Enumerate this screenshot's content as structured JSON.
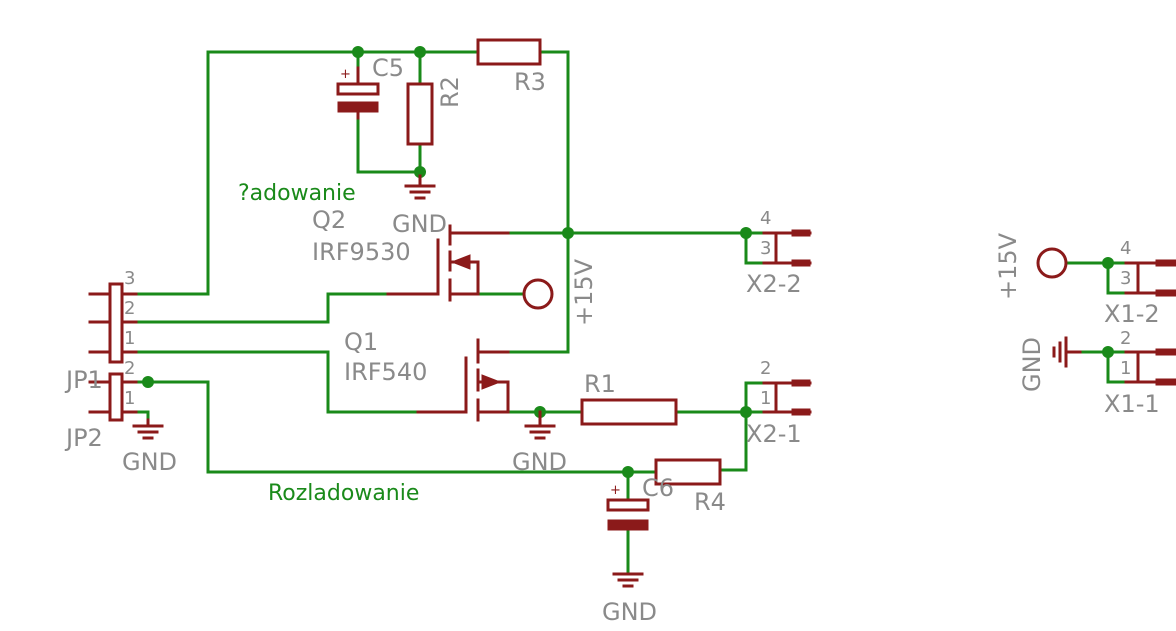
{
  "colors": {
    "wire": "#1a8a1a",
    "part": "#8b1a1a",
    "label": "#8a8a8a"
  },
  "labels": {
    "c5": "C5",
    "r2": "R2",
    "r3": "R3",
    "net_charging": "?adowanie",
    "gnd": "GND",
    "q2": "Q2",
    "q2_type": "IRF9530",
    "plus15v": "+15V",
    "q1": "Q1",
    "q1_type": "IRF540",
    "r1": "R1",
    "r4": "R4",
    "c6": "C6",
    "net_discharging": "Rozladowanie",
    "jp1": "JP1",
    "jp2": "JP2",
    "x2_2": "X2-2",
    "x2_1": "X2-1",
    "x1_2": "X1-2",
    "x1_1": "X1-1"
  },
  "pins": {
    "jp1": [
      "3",
      "2",
      "1"
    ],
    "jp2": [
      "2",
      "1"
    ],
    "x2_2": [
      "4",
      "3"
    ],
    "x2_1": [
      "2",
      "1"
    ],
    "x1_2": [
      "4",
      "3"
    ],
    "x1_1": [
      "2",
      "1"
    ]
  },
  "icons": [
    "ground-icon",
    "supply-circle-icon",
    "capacitor-icon",
    "resistor-icon",
    "mosfet-icon",
    "connector-icon"
  ]
}
